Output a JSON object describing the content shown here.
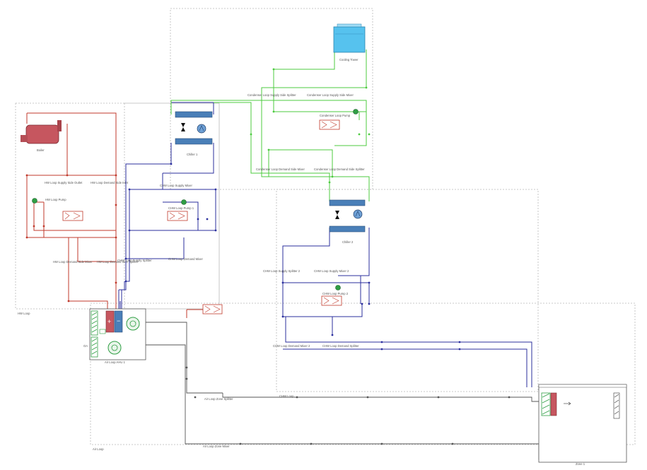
{
  "colors": {
    "hot_water": "#c0392b",
    "chilled_water": "#2b2f9e",
    "condenser_water": "#4ccb3f",
    "air": "#555555",
    "zone_border": "#b9b9b9",
    "chiller_header": "#4a7fb8",
    "cooling_tower": "#56c2ee"
  },
  "labels": {
    "boiler": "Boiler",
    "hw_supply_side_outlet": "HW Loop Supply Side Outlet",
    "hw_demand_side_inlet": "HW Loop Demand Side Inlet",
    "hw_pump": "HW Loop Pump",
    "hw_demand_mixer": "HW Loop Demand Side Mixer",
    "hw_demand_splitter": "HW Loop Demand Side Splitter",
    "chiller_1": "Chiller 1",
    "chw_supply_mixer": "CHW Loop Supply Mixer",
    "chw_pump_1": "CHW Loop Pump 1",
    "chw_supply_splitter": "CHW Loop Supply Splitter",
    "chw_demand_mixer": "CHW Loop Demand Mixer",
    "cooling_tower": "Cooling Tower",
    "cond_supply_splitter": "Condenser Loop Supply Side Splitter",
    "cond_supply_mixer": "Condenser Loop Supply Side Mixer",
    "cond_pump": "Condenser Loop Pump",
    "cond_demand_mixer": "Condenser Loop Demand Side Mixer",
    "cond_demand_splitter": "Condenser Loop Demand Side Splitter",
    "chiller_2": "Chiller 2",
    "chw_supply_splitter_2": "CHW Loop Supply Splitter 2",
    "chw_supply_mixer_2": "CHW Loop Supply Mixer 2",
    "chw_pump_2": "CHW Loop Pump 2",
    "chw_demand_mixer_2": "CHW Loop Demand Mixer 2",
    "chw_demand_splitter_2": "CHW Loop Demand Splitter",
    "air_loop_ahu": "Air Loop AHU 1",
    "air_loop_zone_splitter": "Air Loop Zone Splitter",
    "air_loop_zone_mixer": "Air Loop Zone Mixer",
    "zone_1": "Zone 1",
    "hw_zone": "HW Loop",
    "cw_zone": "CHW Loop",
    "air_zone": "Air Loop",
    "outdoor_air": "OA"
  }
}
